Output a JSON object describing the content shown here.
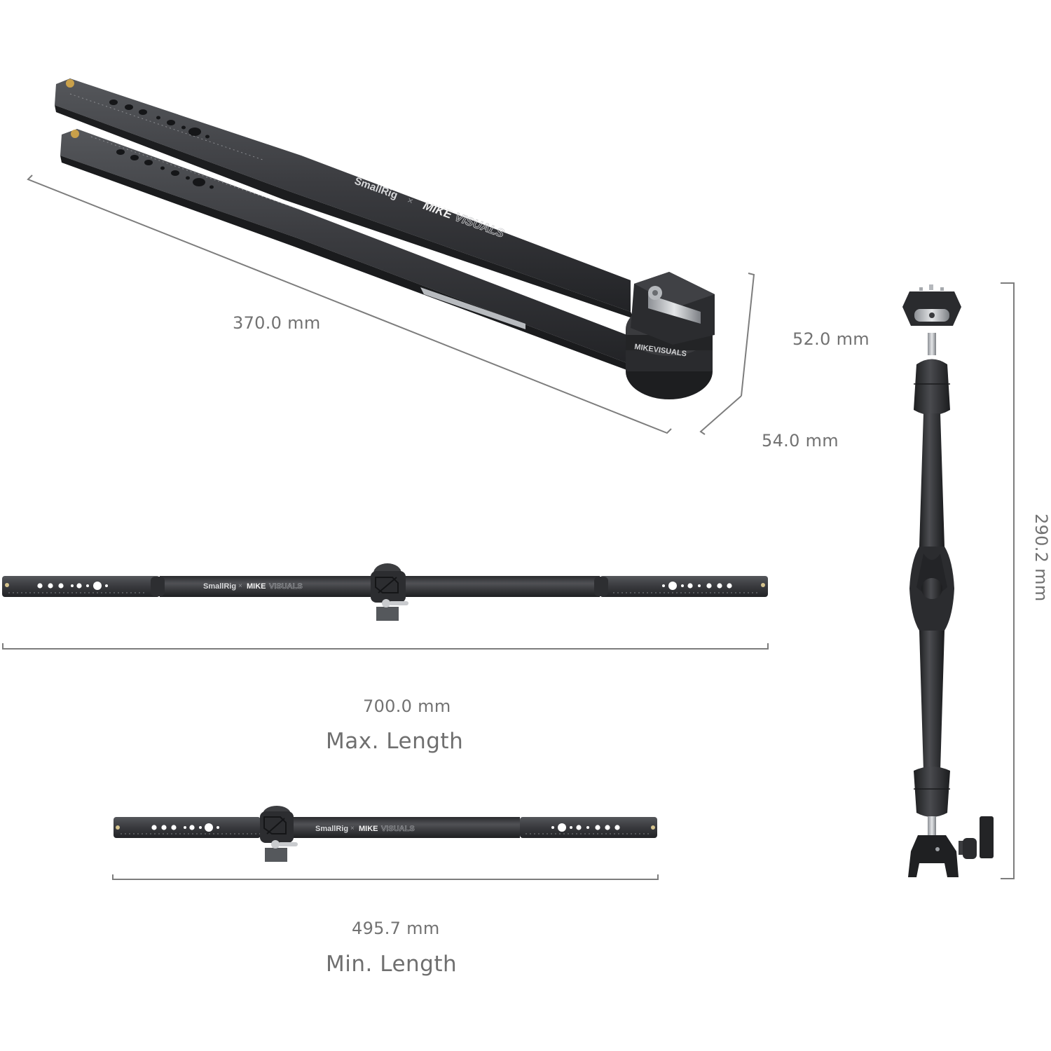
{
  "product": {
    "brand_logo": "SmallRig",
    "collab_separator": "×",
    "partner_logo_bold": "MIKE",
    "partner_logo_outline": "VISUALS"
  },
  "dimensions": {
    "folded_length": "370.0 mm",
    "folded_height": "52.0 mm",
    "folded_width": "54.0 mm",
    "arm_height": "290.2 mm",
    "max_length_value": "700.0 mm",
    "max_length_label": "Max. Length",
    "min_length_value": "495.7 mm",
    "min_length_label": "Min. Length"
  },
  "colors": {
    "bar_dark": "#2f3033",
    "bar_mid": "#45464a",
    "metal_light": "#a9acb0",
    "brass": "#c9a04a",
    "dimension_line": "#7d7d7d",
    "label_text": "#727272"
  },
  "views": [
    {
      "id": "folded",
      "description": "Folded dual-bar view with rotating clamp"
    },
    {
      "id": "max",
      "description": "Fully extended bar with center clamp"
    },
    {
      "id": "min",
      "description": "Retracted bar with offset clamp"
    },
    {
      "id": "arm",
      "description": "Magic arm with cold-shoe top and clamp base"
    }
  ]
}
